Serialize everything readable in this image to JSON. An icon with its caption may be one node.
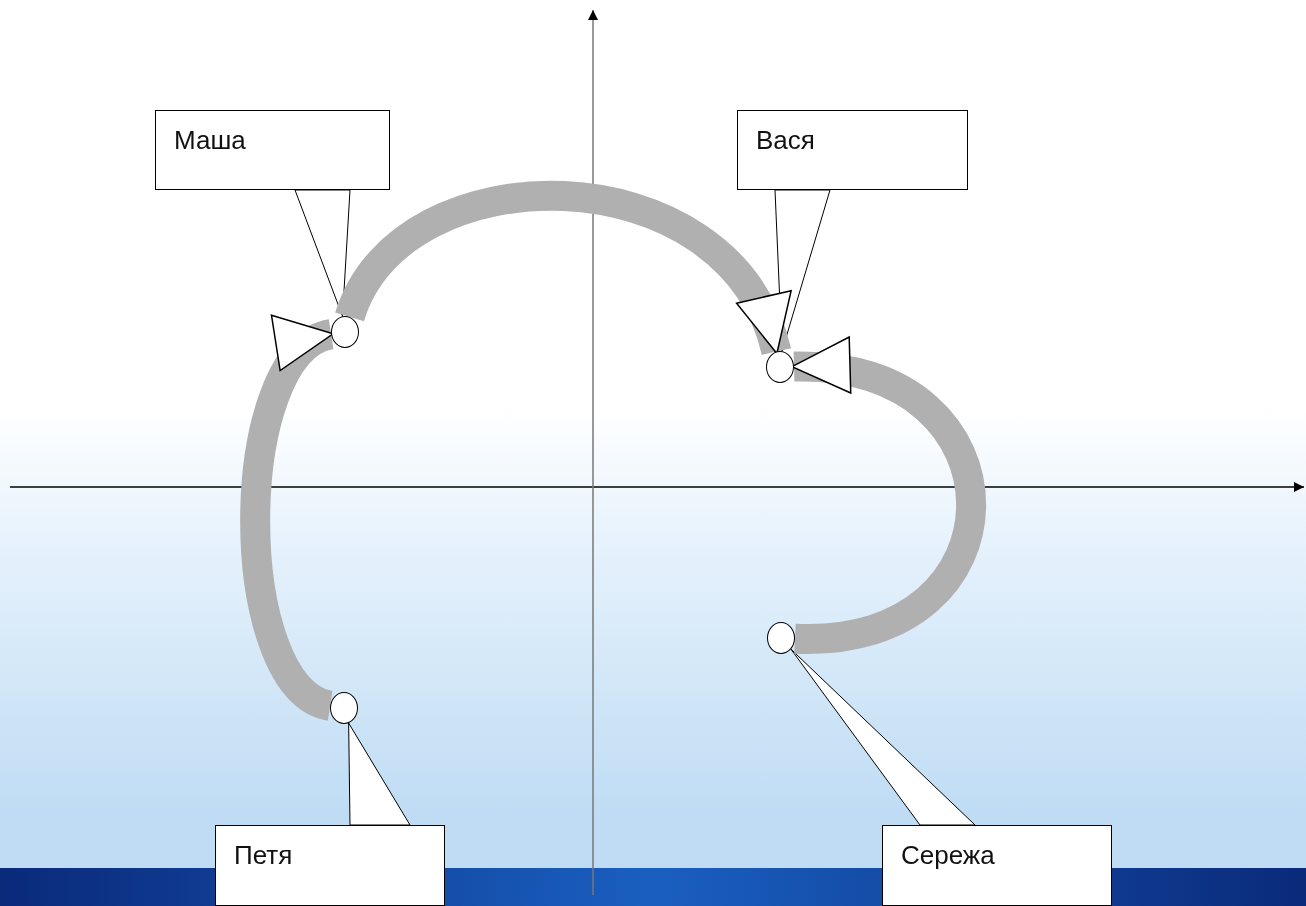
{
  "diagram": {
    "nodes": [
      {
        "text": [
          "Маша"
        ]
      },
      {
        "text": [
          "Вася"
        ]
      },
      {
        "text": [
          "Петя"
        ]
      },
      {
        "text": [
          "Сережа"
        ]
      },
      {
        "text": [],
        "shape": "circle"
      },
      {
        "text": [],
        "shape": "circle"
      },
      {
        "text": [],
        "shape": "circle"
      },
      {
        "text": [],
        "shape": "circle"
      }
    ],
    "edges": [
      {
        "from": 0,
        "to": 4,
        "arrow": "none"
      },
      {
        "from": 1,
        "to": 5,
        "arrow": "none"
      },
      {
        "from": 2,
        "to": 6,
        "arrow": "none"
      },
      {
        "from": 3,
        "to": 7,
        "arrow": "none"
      },
      {
        "from": 6,
        "to": 4,
        "arrow": "to",
        "style": "thick",
        "color": "#b0b0b0"
      },
      {
        "from": 4,
        "to": 5,
        "arrow": "to",
        "style": "thick",
        "color": "#b0b0b0"
      },
      {
        "from": 7,
        "to": 5,
        "arrow": "to",
        "style": "thick",
        "color": "#b0b0b0"
      }
    ]
  }
}
